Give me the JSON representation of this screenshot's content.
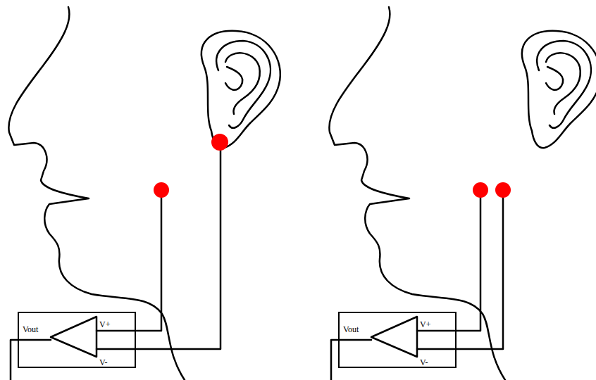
{
  "diagram": {
    "nodes": [
      {
        "text": [
          "Vout",
          "V+",
          "V-"
        ]
      },
      {
        "text": [
          "Vout",
          "V+",
          "V-"
        ]
      }
    ]
  }
}
